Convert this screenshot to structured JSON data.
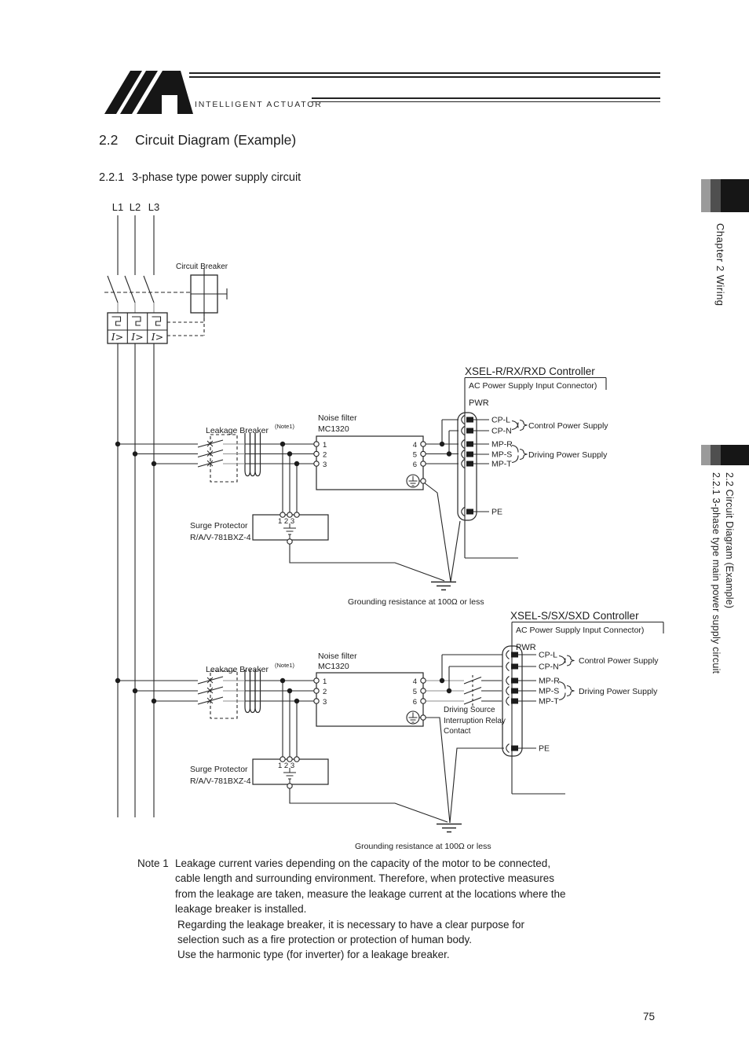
{
  "header": {
    "brand": "INTELLIGENT ACTUATOR"
  },
  "headings": {
    "section_number": "2.2",
    "section_title": "Circuit Diagram (Example)",
    "subsection_number": "2.2.1",
    "subsection_title": "3-phase type power supply circuit"
  },
  "sidebar": {
    "chapter_tab": "Chapter 2 Wiring",
    "section_tab_line1": "2.2 Circuit Diagram (Example)",
    "section_tab_line2": "2.2.1 3-phase type main power supply circuit"
  },
  "page_number": "75",
  "supply": {
    "phases": [
      "L1",
      "L2",
      "L3"
    ],
    "circuit_breaker_label": "Circuit Breaker",
    "release_symbol": "I>"
  },
  "diagram1": {
    "leakage_breaker_label": "Leakage Breaker",
    "leakage_breaker_sup": "(Note1)",
    "noise_filter_name": "Noise filter",
    "noise_filter_model": "MC1320",
    "nf_in": [
      "1",
      "2",
      "3"
    ],
    "nf_out": [
      "4",
      "5",
      "6"
    ],
    "surge_protector_name": "Surge Protector",
    "surge_protector_model": "R/A/V-781BXZ-4",
    "surge_terminals": "1 2 3",
    "controller_title": "XSEL-R/RX/RXD Controller",
    "connector_header": "AC Power Supply Input Connector)",
    "connector_name": "PWR",
    "pins": [
      "CP-L",
      "CP-N",
      "MP-R",
      "MP-S",
      "MP-T",
      "PE"
    ],
    "group_control": "Control Power Supply",
    "group_driving": "Driving Power Supply",
    "grounding_note": "Grounding resistance at 100Ω or less"
  },
  "diagram2": {
    "leakage_breaker_label": "Leakage Breaker",
    "leakage_breaker_sup": "(Note1)",
    "noise_filter_name": "Noise filter",
    "noise_filter_model": "MC1320",
    "nf_in": [
      "1",
      "2",
      "3"
    ],
    "nf_out": [
      "4",
      "5",
      "6"
    ],
    "surge_protector_name": "Surge Protector",
    "surge_protector_model": "R/A/V-781BXZ-4",
    "surge_terminals": "1 2 3",
    "controller_title": "XSEL-S/SX/SXD Controller",
    "connector_header": "AC Power Supply Input Connector)",
    "connector_name": "PWR",
    "pins": [
      "CP-L",
      "CP-N",
      "MP-R",
      "MP-S",
      "MP-T",
      "PE"
    ],
    "group_control": "Control Power Supply",
    "group_driving": "Driving Power Supply",
    "relay_label_line1": "Driving Source",
    "relay_label_line2": "Interruption Relay",
    "relay_label_line3": "Contact",
    "grounding_note": "Grounding resistance at 100Ω or less"
  },
  "note": {
    "label": "Note 1",
    "lines": [
      "Leakage current varies depending on the capacity of the motor to be connected,",
      "cable length and surrounding environment. Therefore, when protective measures",
      "from the leakage are taken, measure the leakage current at the locations where the",
      "leakage breaker is installed.",
      "Regarding the leakage breaker, it is necessary to have a clear purpose for",
      "selection such as a fire protection or protection of human body.",
      "Use the harmonic type (for inverter) for a leakage breaker."
    ]
  }
}
